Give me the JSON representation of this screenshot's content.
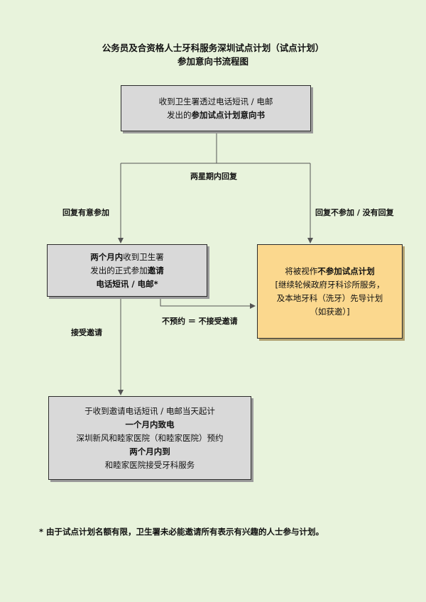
{
  "title": {
    "line1": "公务员及合资格人士牙科服务深圳试点计划（试点计划）",
    "line2": "参加意向书流程图"
  },
  "box_receive": {
    "line1": "收到卫生署透过电话短讯 / 电邮",
    "line2_pre": "发出的",
    "line2_bold": "参加试点计划意向书"
  },
  "label_two_weeks": "两星期内回复",
  "label_reply_yes": "回复有意参加",
  "label_reply_no": "回复不参加 / 没有回复",
  "box_invite": {
    "line1_bold": "两个月内",
    "line1_rest": "收到卫生署",
    "line2_pre": "发出的正式参加",
    "line2_bold": "邀请",
    "line3_bold": "电话短讯 / 电邮*"
  },
  "box_not_join": {
    "line1_pre": "将被视作",
    "line1_bold": "不参加试点计划",
    "line2": "[继续轮候政府牙科诊所服务，",
    "line3": "及本地牙科（洗牙）先导计划",
    "line4": "（如获邀）]"
  },
  "label_no_booking": "不预约 ＝ 不接受邀请",
  "label_accept": "接受邀请",
  "box_book": {
    "line1": "于收到邀请电话短讯 / 电邮当天起计",
    "line2_bold": "一个月内致电",
    "line3": "深圳新风和睦家医院（和睦家医院）预约",
    "line4_bold": "两个月内到",
    "line5": "和睦家医院接受牙科服务"
  },
  "footnote": "* 由于试点计划名额有限，卫生署未必能邀请所有表示有兴趣的人士参与计划。",
  "colors": {
    "background": "#e8f3dc",
    "box_gray": "#d9d9d9",
    "box_yellow": "#fbd88e",
    "line": "#555555"
  }
}
